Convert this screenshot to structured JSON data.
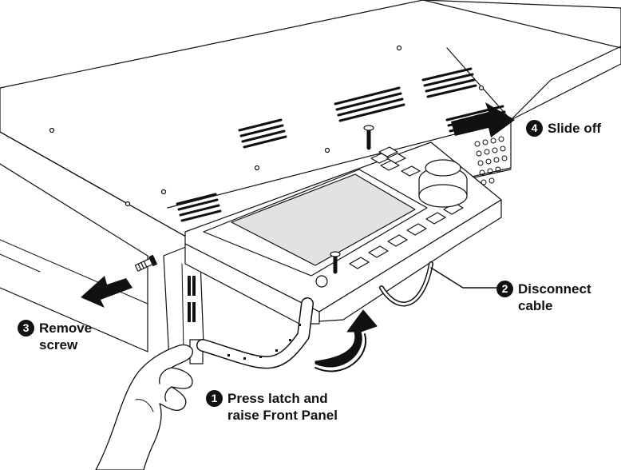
{
  "steps": [
    {
      "number": "1",
      "line1": "Press latch and",
      "line2": "raise Front Panel"
    },
    {
      "number": "2",
      "line1": "Disconnect",
      "line2": "cable"
    },
    {
      "number": "3",
      "line1": "Remove",
      "line2": "screw"
    },
    {
      "number": "4",
      "line1": "Slide off",
      "line2": ""
    }
  ],
  "colors": {
    "ink": "#111111",
    "paper": "#ffffff",
    "screen": "#e2e2e2"
  }
}
